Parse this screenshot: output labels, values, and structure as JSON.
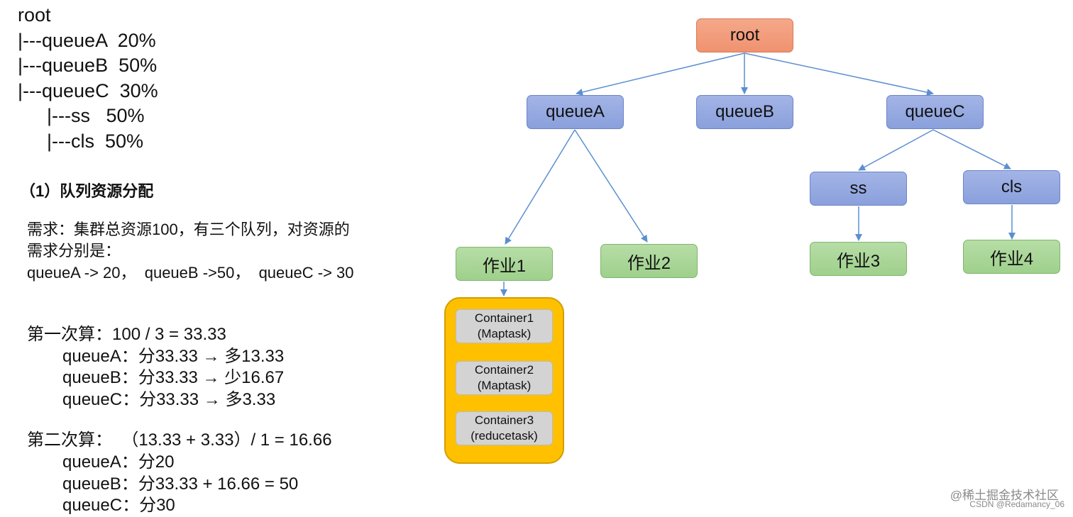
{
  "tree_text": [
    "root",
    "|---queueA  20%",
    "|---queueB  50%",
    "|---queueC  30%",
    "|---ss   50%",
    "|---cls  50%"
  ],
  "section_heading": "（1）队列资源分配",
  "requirement": [
    "需求：集群总资源100，有三个队列，对资源的",
    "需求分别是：",
    "queueA -> 20，  queueB ->50，  queueC -> 30"
  ],
  "first_calc": [
    "第一次算：100 / 3 = 33.33",
    "queueA：分33.33 → 多13.33",
    "queueB：分33.33 → 少16.67",
    "queueC：分33.33 → 多3.33"
  ],
  "second_calc": [
    "第二次算：  （13.33 + 3.33）/ 1 = 16.66",
    "queueA：分20",
    "queueB：分33.33 + 16.66 = 50",
    "queueC：分30"
  ],
  "diagram": {
    "root": "root",
    "queues": [
      "queueA",
      "queueB",
      "queueC"
    ],
    "subqueues": [
      "ss",
      "cls"
    ],
    "jobs": [
      "作业1",
      "作业2",
      "作业3",
      "作业4"
    ],
    "containers": [
      {
        "name": "Container1",
        "task": "(Maptask)"
      },
      {
        "name": "Container2",
        "task": "(Maptask)"
      },
      {
        "name": "Container3",
        "task": "(reducetask)"
      }
    ]
  },
  "watermark": {
    "site": "@稀土掘金技术社区",
    "author": "CSDN @Redamancy_06"
  },
  "colors": {
    "queue_fill": "#8ea3de",
    "job_fill": "#a6d494",
    "root_fill": "#f29a79",
    "container_panel": "#ffc000",
    "container_box": "#d3d3d3",
    "arrow": "#5b8fd0"
  }
}
